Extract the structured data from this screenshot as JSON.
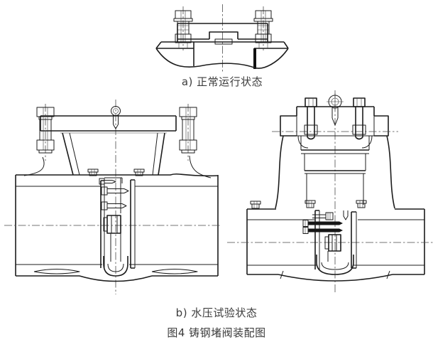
{
  "figure": {
    "caption_a": "a) 正常运行状态",
    "caption_b": "b) 水压试验状态",
    "title": "图4 铸钢堵阀装配图"
  },
  "colors": {
    "background": "#ffffff",
    "line": "#1c1c1c",
    "text": "#3c3c3c"
  }
}
